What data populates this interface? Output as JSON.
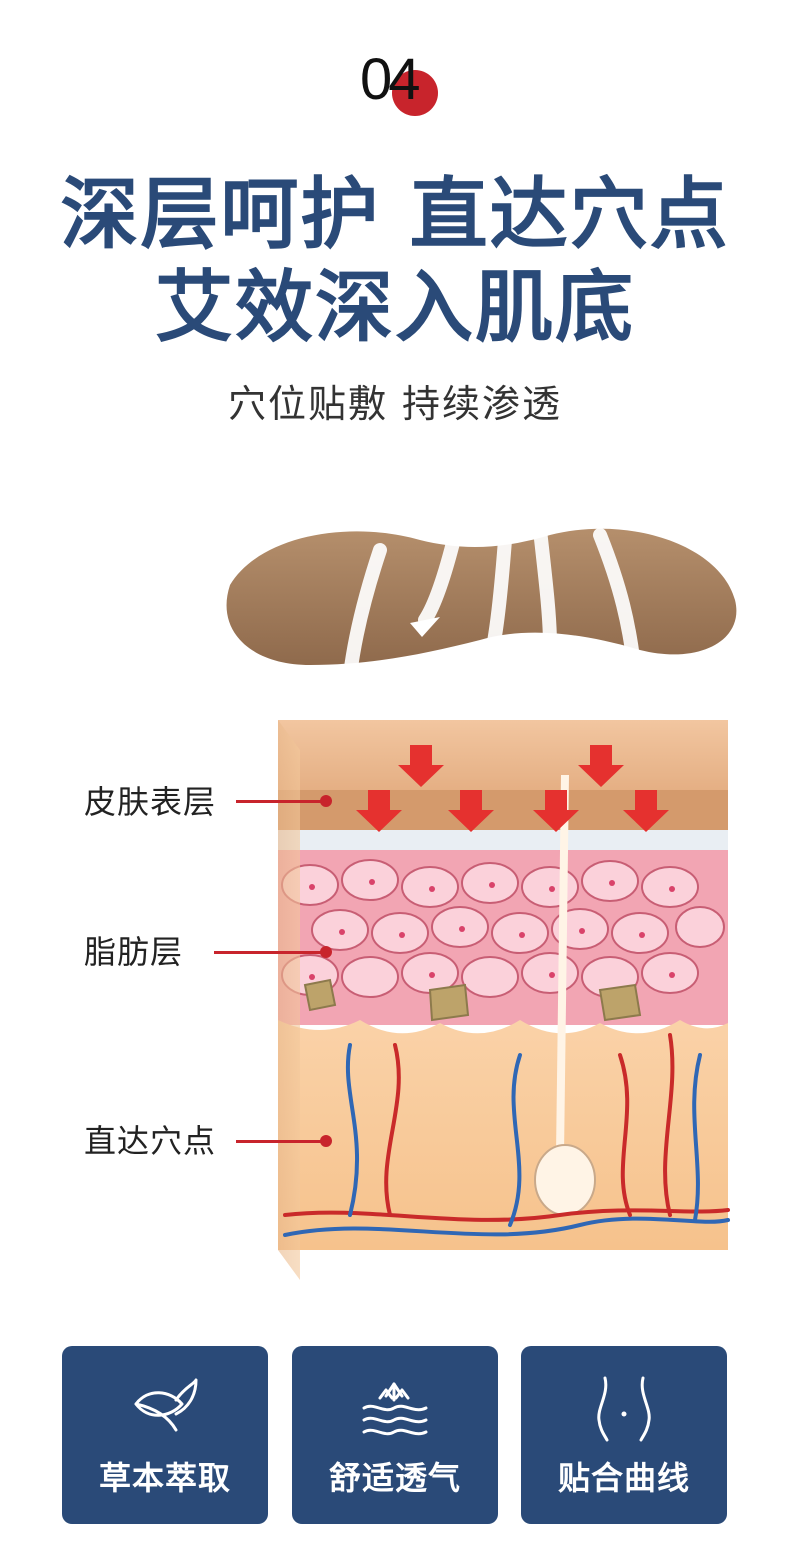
{
  "step_number": "04",
  "headline": {
    "line1": "深层呵护 直达穴点",
    "line2": "艾效深入肌底"
  },
  "subtitle": "穴位贴敷 持续渗透",
  "layers": [
    {
      "label": "皮肤表层"
    },
    {
      "label": "脂肪层"
    },
    {
      "label": "直达穴点"
    }
  ],
  "features": [
    {
      "label": "草本萃取",
      "icon": "leaf-icon"
    },
    {
      "label": "舒适透气",
      "icon": "breathable-waves-icon"
    },
    {
      "label": "贴合曲线",
      "icon": "body-curve-icon"
    }
  ],
  "colors": {
    "brand_blue": "#2a4a78",
    "accent_red": "#c8242c",
    "patch_brown": "#a67c5a",
    "skin_tone": "#f3c89b"
  }
}
